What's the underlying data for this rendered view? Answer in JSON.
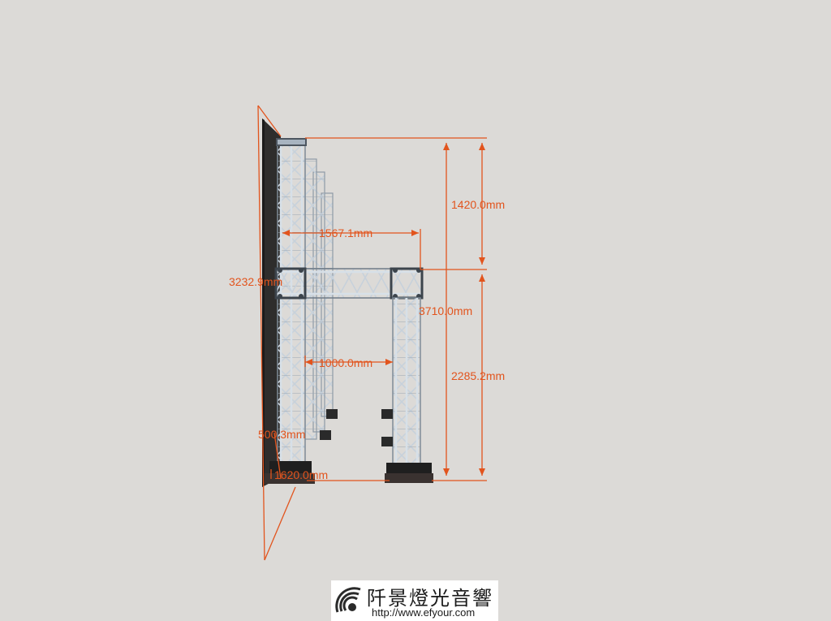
{
  "dimensions": {
    "top_height": "1420.0mm",
    "truss_span": "1567.1mm",
    "overall_height_left": "3232.9mm",
    "overall_height_right": "3710.0mm",
    "inner_width": "1000.0mm",
    "lower_height": "2285.2mm",
    "depth_offset": "500.3mm",
    "base_width": "1620.0mm"
  },
  "logo": {
    "title": "阡景燈光音響",
    "url": "http://www.efyour.com",
    "icon": "sound-wave-logo-icon"
  },
  "colors": {
    "background": "#dcdad7",
    "dimension": "#e2541d",
    "truss": "#b9c6d2",
    "truss_dark": "#4d5660",
    "screen": "#2e2d2c",
    "base_plate": "#3a3230"
  }
}
